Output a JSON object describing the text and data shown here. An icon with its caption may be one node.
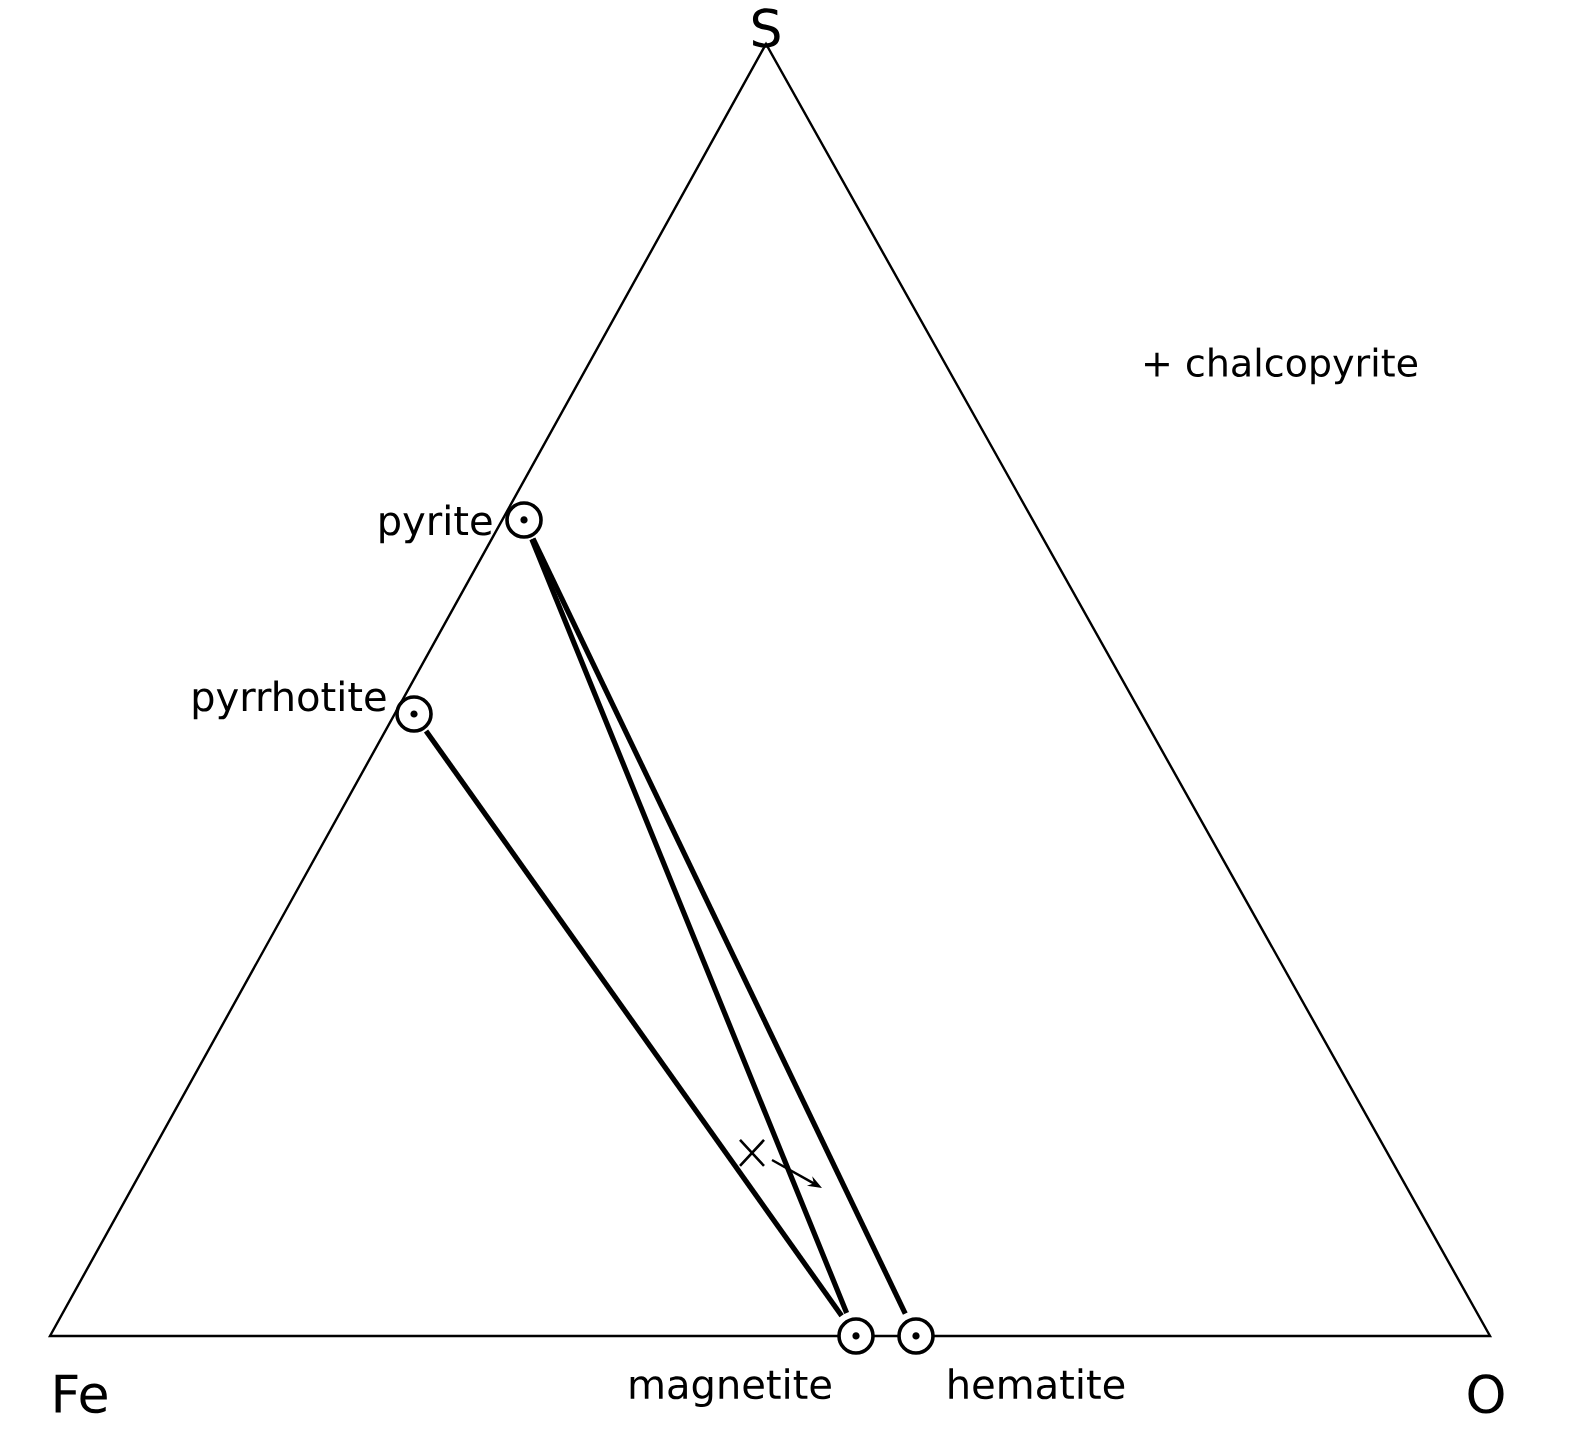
{
  "diagram": {
    "nodes": [
      {
        "text": [
          "pyrite"
        ]
      },
      {
        "text": [
          "pyrrhotite"
        ]
      },
      {
        "text": [
          "magnetite"
        ]
      },
      {
        "text": [
          "hematite"
        ]
      }
    ],
    "edges": [
      {
        "from": 0,
        "to": 2,
        "arrow": "none"
      },
      {
        "from": 0,
        "to": 3,
        "arrow": "none"
      },
      {
        "from": 1,
        "to": 2,
        "arrow": "none"
      }
    ],
    "labels": [
      "S",
      "+ chalcopyrite",
      "Fe",
      "O"
    ]
  }
}
